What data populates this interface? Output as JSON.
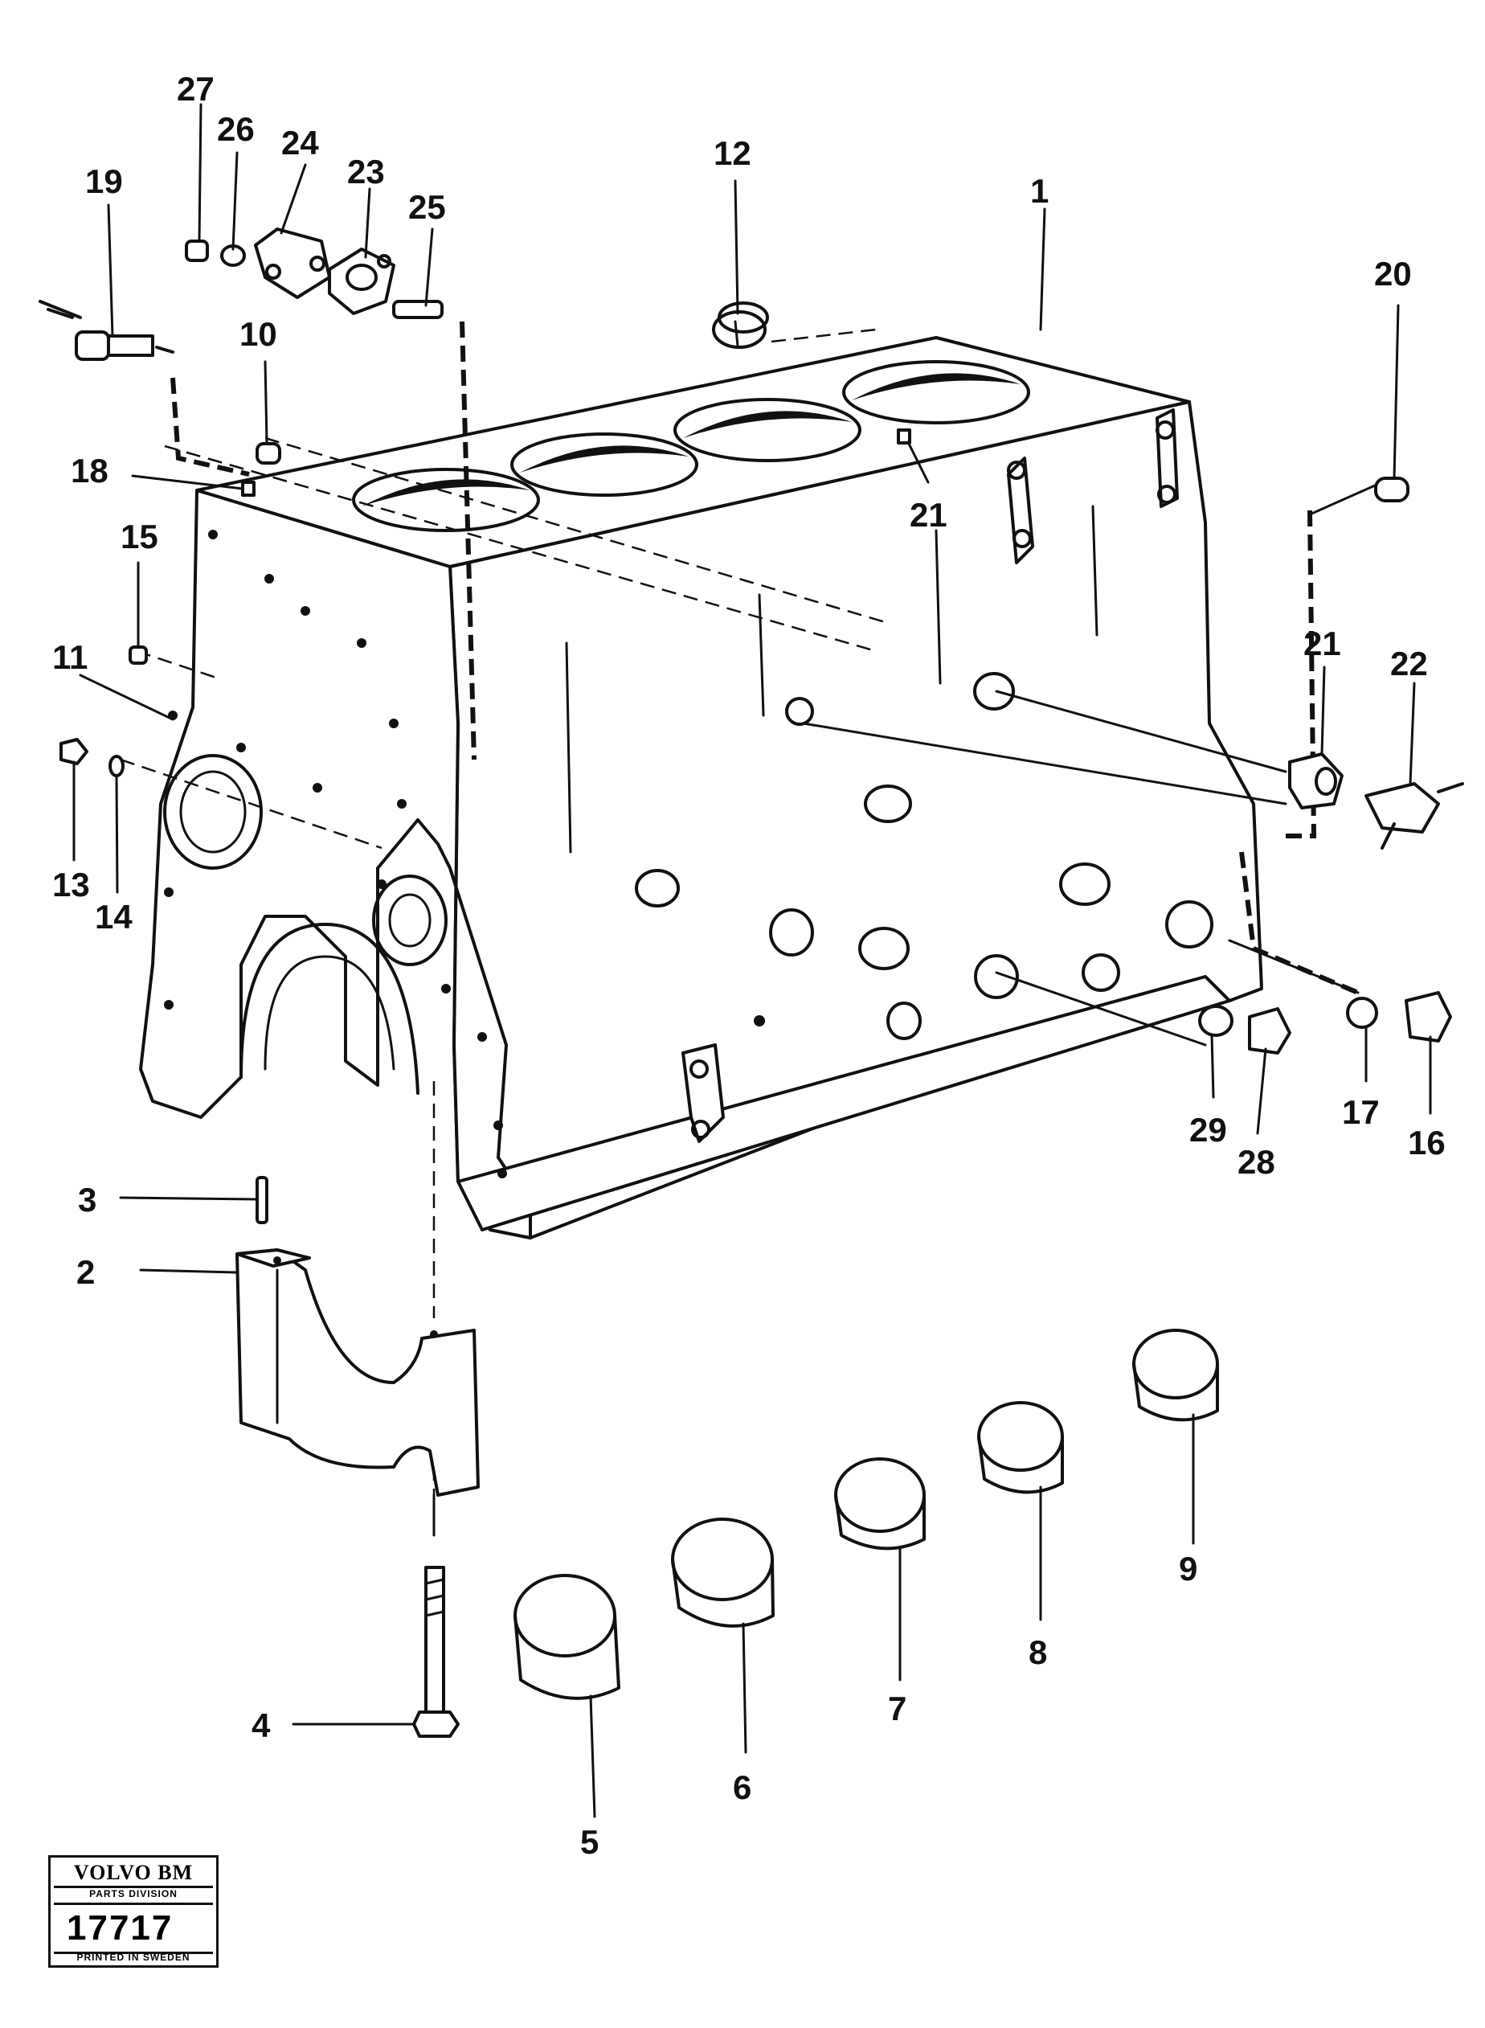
{
  "callouts": [
    {
      "id": "1",
      "label": "1"
    },
    {
      "id": "2",
      "label": "2"
    },
    {
      "id": "3",
      "label": "3"
    },
    {
      "id": "4",
      "label": "4"
    },
    {
      "id": "5",
      "label": "5"
    },
    {
      "id": "6",
      "label": "6"
    },
    {
      "id": "7",
      "label": "7"
    },
    {
      "id": "8",
      "label": "8"
    },
    {
      "id": "9",
      "label": "9"
    },
    {
      "id": "10",
      "label": "10"
    },
    {
      "id": "11",
      "label": "11"
    },
    {
      "id": "12",
      "label": "12"
    },
    {
      "id": "13",
      "label": "13"
    },
    {
      "id": "14",
      "label": "14"
    },
    {
      "id": "15",
      "label": "15"
    },
    {
      "id": "16",
      "label": "16"
    },
    {
      "id": "17",
      "label": "17"
    },
    {
      "id": "18",
      "label": "18"
    },
    {
      "id": "19",
      "label": "19"
    },
    {
      "id": "20",
      "label": "20"
    },
    {
      "id": "21a",
      "label": "21"
    },
    {
      "id": "21b",
      "label": "21"
    },
    {
      "id": "22",
      "label": "22"
    },
    {
      "id": "23",
      "label": "23"
    },
    {
      "id": "24",
      "label": "24"
    },
    {
      "id": "25",
      "label": "25"
    },
    {
      "id": "26",
      "label": "26"
    },
    {
      "id": "27",
      "label": "27"
    },
    {
      "id": "28",
      "label": "28"
    },
    {
      "id": "29",
      "label": "29"
    }
  ],
  "stamp": {
    "brand": "VOLVO BM",
    "division": "PARTS DIVISION",
    "code": "17717",
    "printed": "PRINTED IN SWEDEN"
  }
}
